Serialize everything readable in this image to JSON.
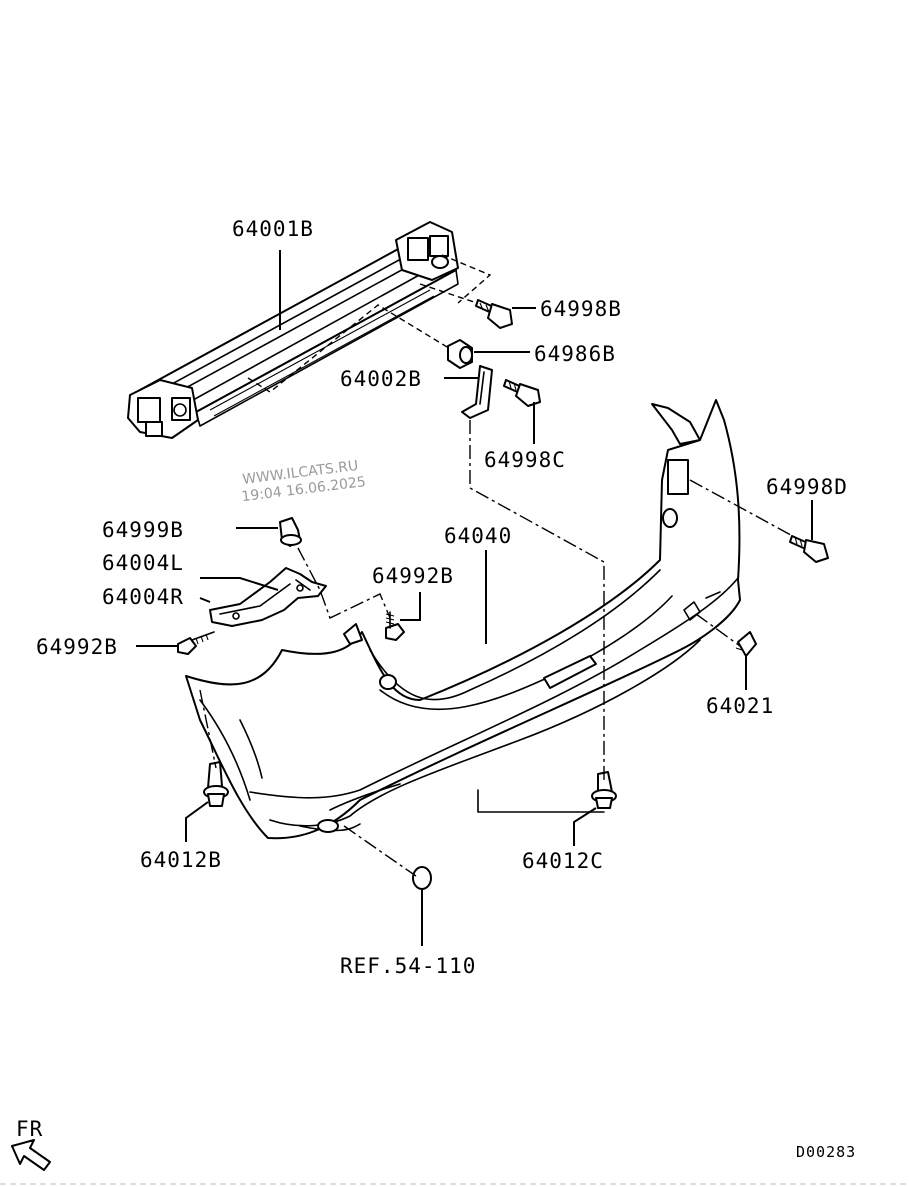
{
  "watermark": {
    "site": "WWW.ILCATS.RU",
    "timestamp": "19:04 16.06.2025"
  },
  "parts": {
    "reinforcement": "64001B",
    "bolt_upper_right": "64998B",
    "spacer": "64986B",
    "bracket_center": "64002B",
    "bolt_center": "64998C",
    "bolt_side": "64998D",
    "clip_top_left": "64999B",
    "bracket_left": "64004L",
    "bracket_right": "64004R",
    "screw_left": "64992B",
    "screw_mid": "64992B",
    "bumper_face": "64040",
    "reflector_cover": "64021",
    "clip_bottom_left": "64012B",
    "clip_bottom_right": "64012C",
    "reference": "REF.54-110"
  },
  "orientation_label": "FR",
  "diagram_code": "D00283"
}
